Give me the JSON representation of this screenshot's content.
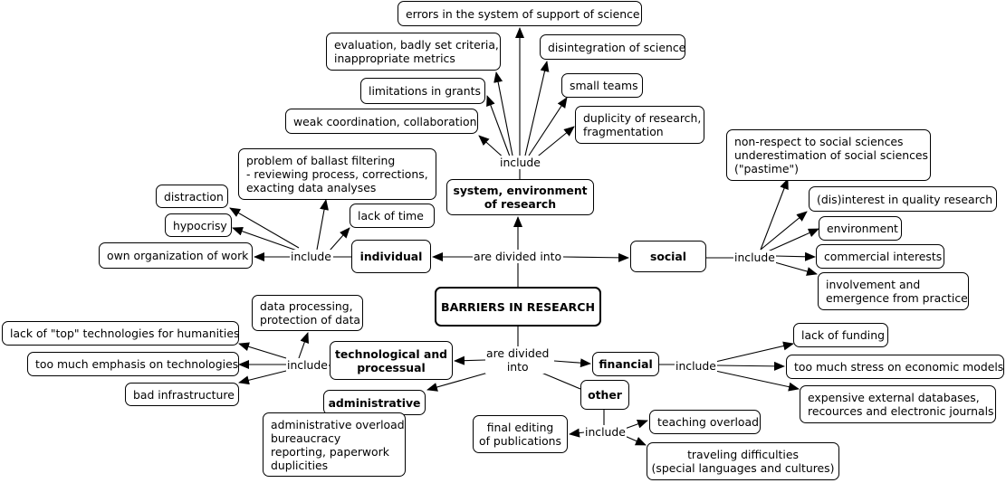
{
  "main": "BARRIERS IN RESEARCH",
  "categories": {
    "system": "system, environment\nof research",
    "individual": "individual",
    "social": "social",
    "technological": "technological and\nprocessual",
    "administrative": "administrative",
    "financial": "financial",
    "other": "other"
  },
  "links": {
    "divided_top": "are divided into",
    "divided_bottom": "are divided\ninto",
    "include": "include"
  },
  "system_items": [
    "errors in the system of support of science",
    "evaluation, badly set criteria,\ninappropriate metrics",
    "disintegration of science",
    "limitations in grants",
    "small teams",
    "weak coordination, collaboration",
    "duplicity of research,\nfragmentation"
  ],
  "individual_items": [
    "problem of ballast filtering\n- reviewing process, corrections,\nexacting data analyses",
    "distraction",
    "hypocrisy",
    "lack of time",
    "own organization of work"
  ],
  "social_items": [
    "non-respect to social sciences\nunderestimation of social sciences\n(\"pastime\")",
    "(dis)interest in quality research",
    "environment",
    "commercial interests",
    "involvement and\nemergence from practice"
  ],
  "tech_items": [
    "data processing,\nprotection of data",
    "lack of \"top\" technologies for humanities",
    "too much emphasis on technologies",
    "bad infrastructure"
  ],
  "admin_items": [
    "administrative overload\nbureaucracy\nreporting, paperwork\nduplicities"
  ],
  "financial_items": [
    "lack of funding",
    "too much stress on economic models",
    "expensive external databases,\nrecources and electronic journals"
  ],
  "other_items": [
    "final editing\nof publications",
    "teaching overload",
    "traveling difficulties\n(special languages and cultures)"
  ]
}
